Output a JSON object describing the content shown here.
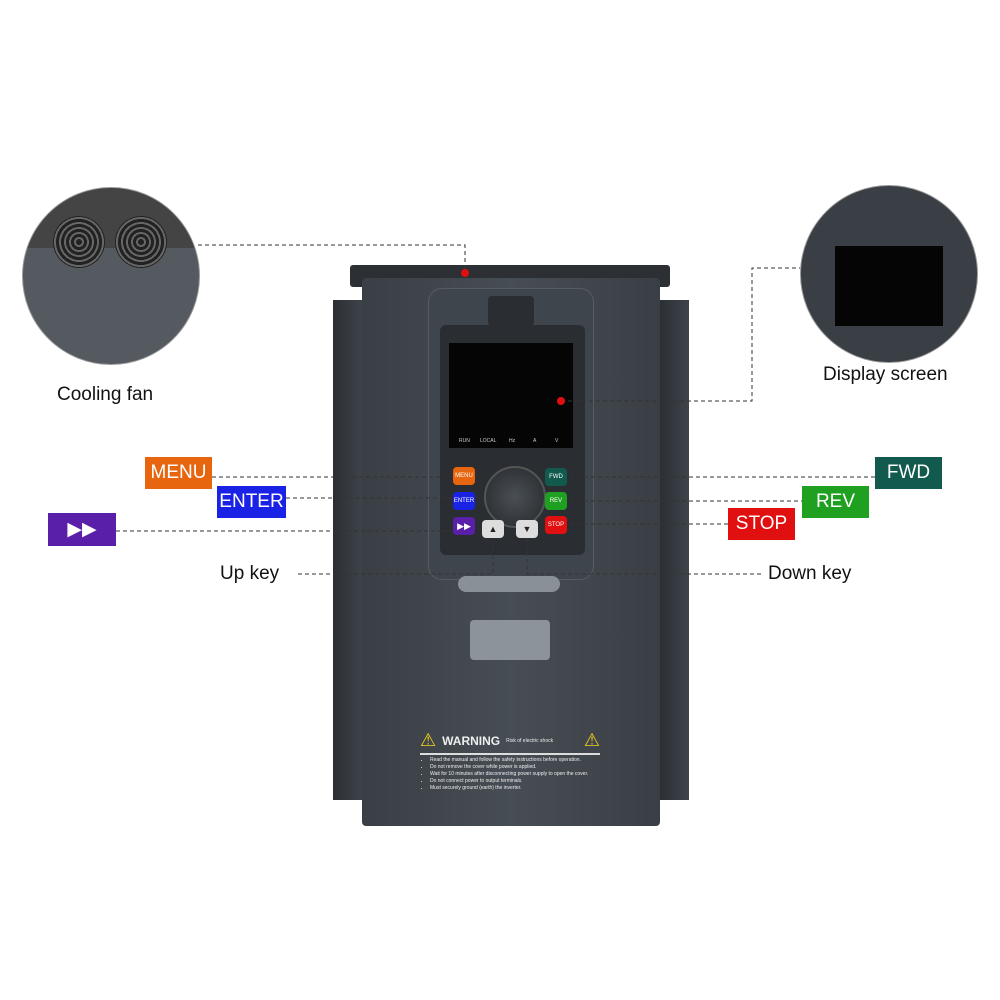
{
  "callouts": {
    "cooling_fan": "Cooling fan",
    "display_screen": "Display screen",
    "menu": "MENU",
    "enter": "ENTER",
    "fast_forward_icon": "double-play-icon",
    "fwd": "FWD",
    "rev": "REV",
    "stop": "STOP",
    "up_key": "Up key",
    "down_key": "Down key"
  },
  "display": {
    "indicators": [
      "RUN",
      "LOCAL",
      "Hz",
      "A",
      "V"
    ]
  },
  "keypad": {
    "menu": "MENU",
    "enter": "ENTER",
    "fwd": "FWD",
    "rev": "REV",
    "stop": "STOP"
  },
  "warning": {
    "title": "WARNING",
    "subtitle": "Risk of electric shock",
    "lines": [
      "Read the manual and follow the safety instructions before operation.",
      "Do not remove the cover while power is applied.",
      "Wait for 10 minutes after disconnecting power supply to open the cover.",
      "Do not connect power to output terminals.",
      "Must securely ground (earth) the inverter."
    ]
  },
  "colors": {
    "menu": "#e8650f",
    "enter": "#1a22e6",
    "ff": "#5a1fa8",
    "fwd": "#135a4e",
    "rev": "#20a020",
    "stop": "#e01010",
    "marker": "#e01010"
  }
}
